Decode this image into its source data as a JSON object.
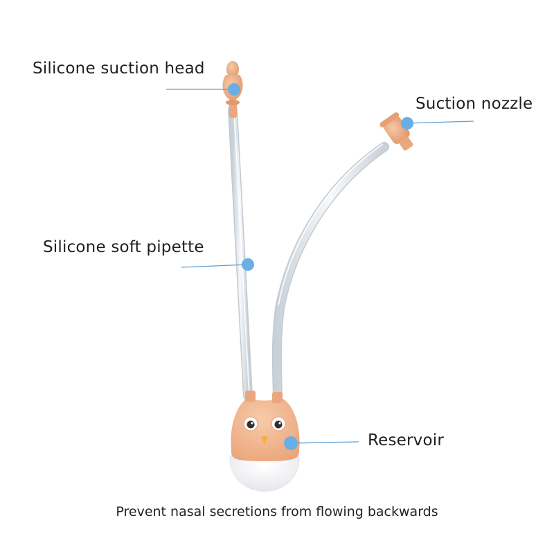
{
  "labels": {
    "suction_head": "Silicone suction head",
    "suction_nozzle": "Suction nozzle",
    "soft_pipette": "Silicone soft pipette",
    "reservoir": "Reservoir"
  },
  "caption": "Prevent nasal secretions from flowing backwards",
  "colors": {
    "marker": "#6aaee6",
    "leader_line": "#5b9fd6",
    "silicone": "#f2b48c",
    "tube": "#dfe5ea",
    "reservoir_body": "#f3b892",
    "reservoir_base": "#f4f4f6",
    "beak": "#f4b13c"
  }
}
